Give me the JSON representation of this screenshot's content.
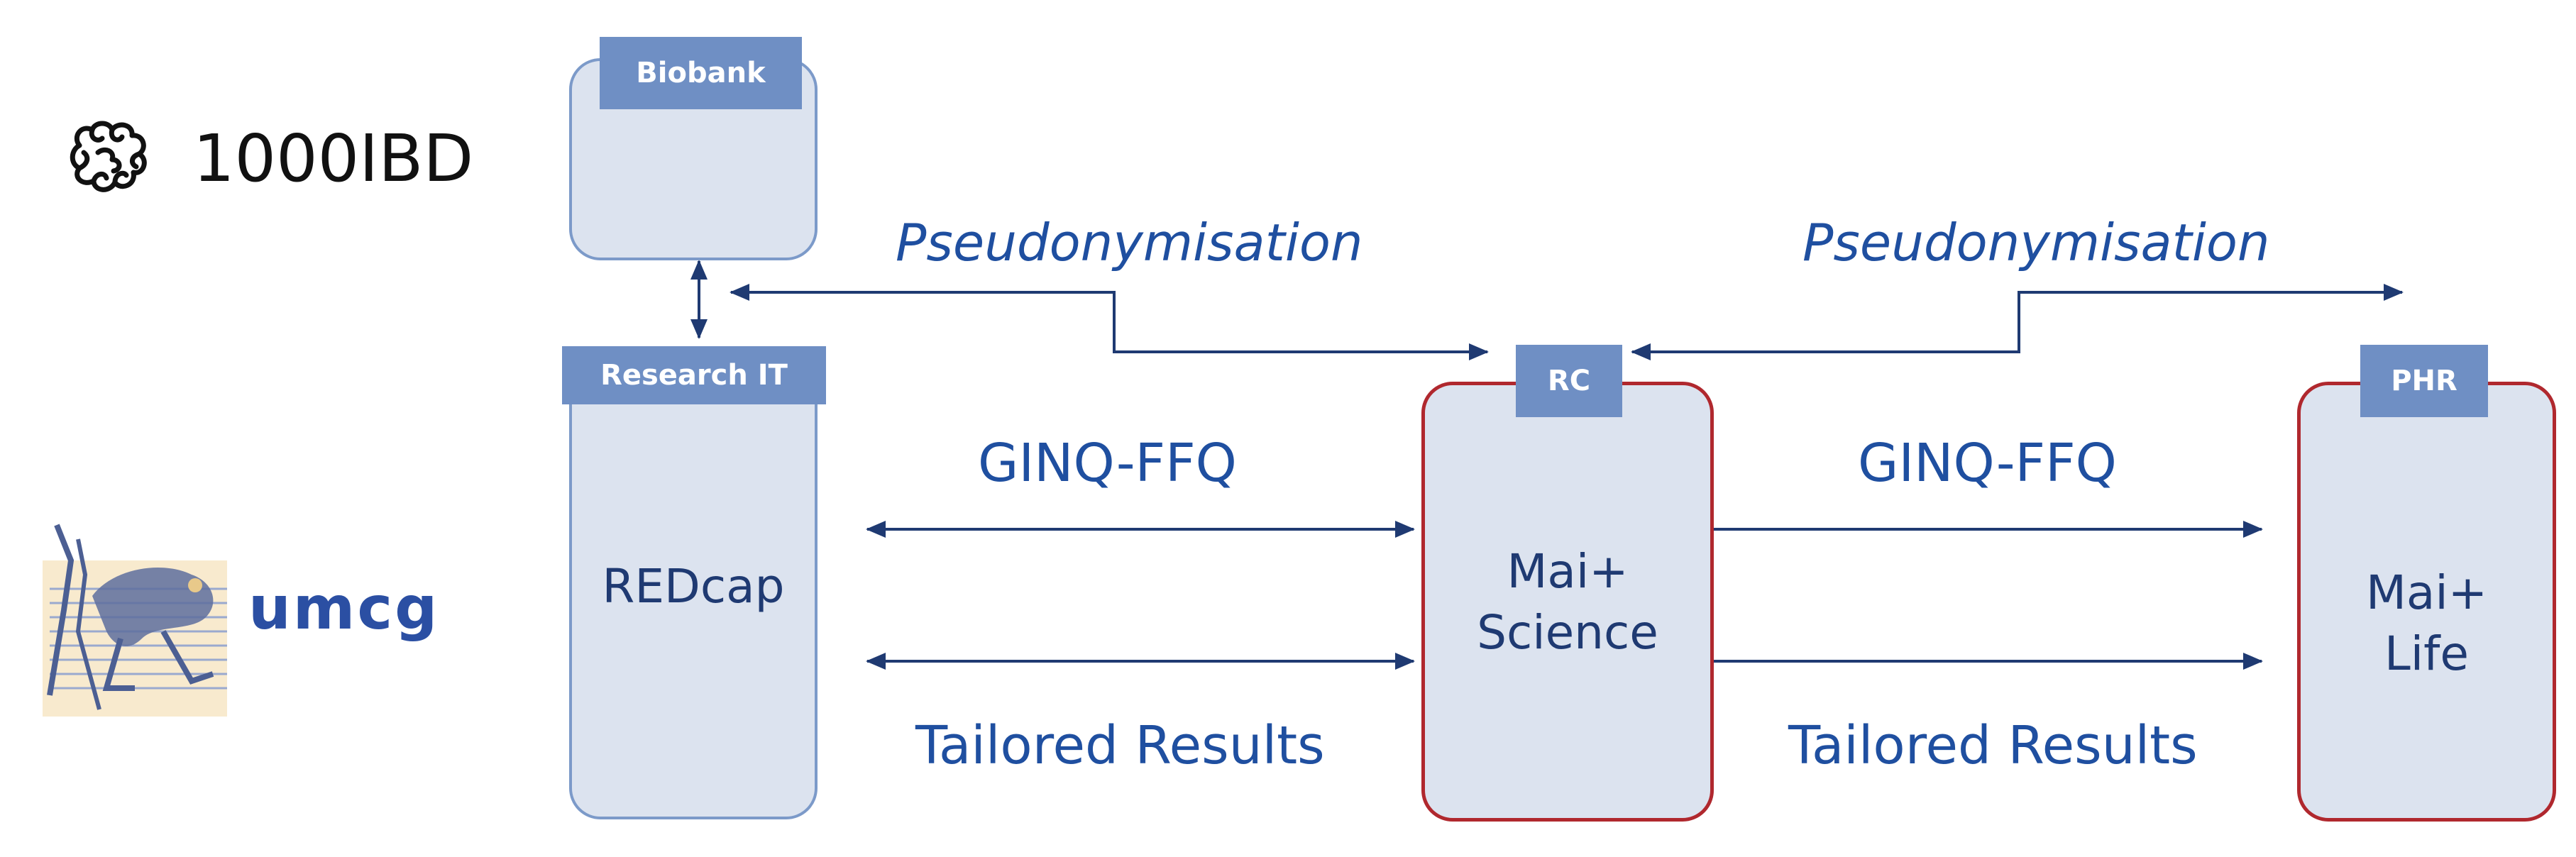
{
  "logos": {
    "ibd_text": "1000IBD",
    "umcg_text": "umcg"
  },
  "boxes": {
    "biobank": {
      "tag": "Biobank"
    },
    "research_it": {
      "tag": "Research IT",
      "content": "REDcap"
    },
    "rc": {
      "tag": "RC",
      "line1": "Mai+",
      "line2": "Science"
    },
    "phr": {
      "tag": "PHR",
      "line1": "Mai+",
      "line2": "Life"
    }
  },
  "labels": {
    "pseudo_left": "Pseudonymisation",
    "pseudo_right": "Pseudonymisation",
    "ginq_left": "GINQ-FFQ",
    "ginq_right": "GINQ-FFQ",
    "tailored_left": "Tailored Results",
    "tailored_right": "Tailored Results"
  },
  "colors": {
    "arrow": "#1f3a72",
    "box_fill": "#dce3ef",
    "tag_fill": "#6f8fc4",
    "red_border": "#b0282e",
    "text_blue": "#1f4fa0"
  }
}
